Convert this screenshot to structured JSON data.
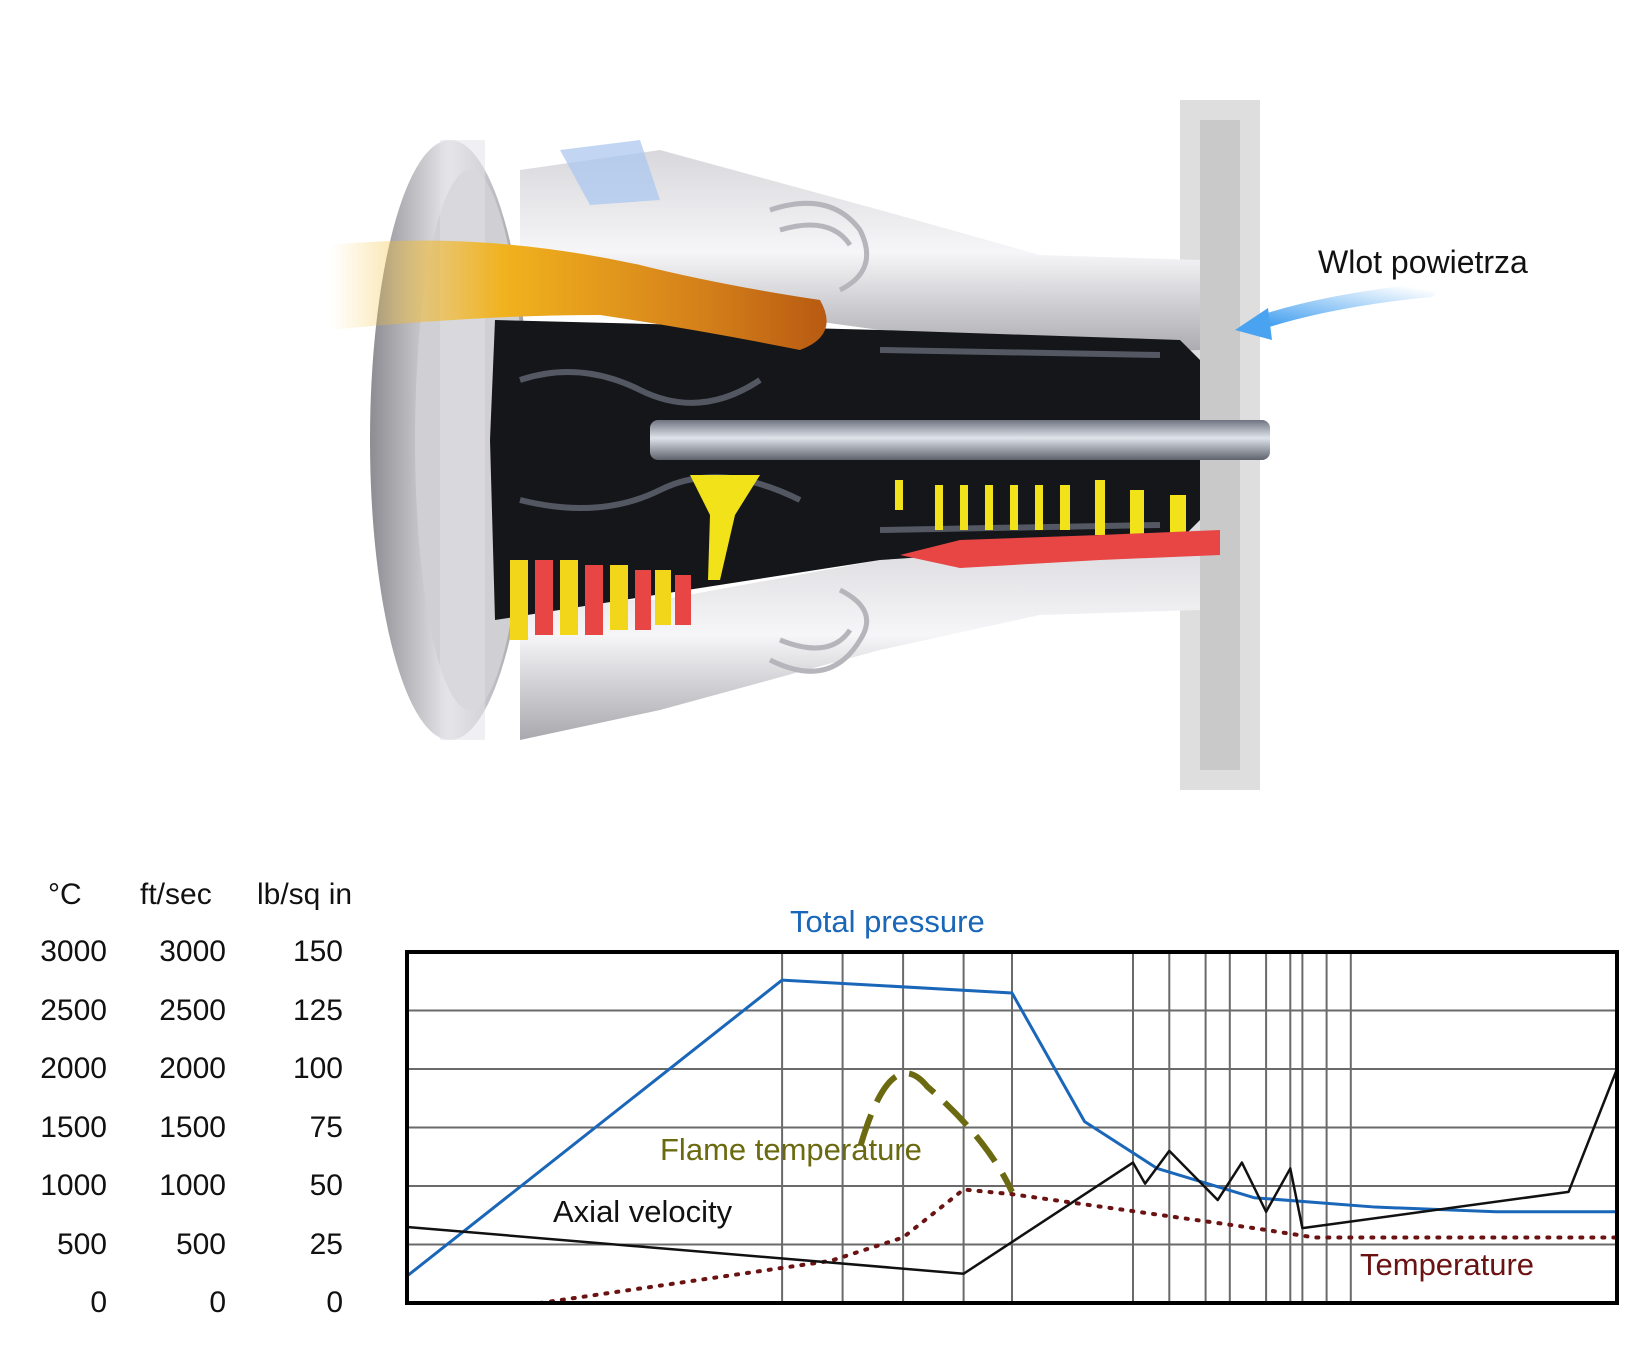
{
  "engine": {
    "intake_label": "Wlot powietrza"
  },
  "axes": {
    "headers": [
      "°C",
      "ft/sec",
      "lb/sq in"
    ],
    "ticks_celsius": [
      "3000",
      "2500",
      "2000",
      "1500",
      "1000",
      "500",
      "0"
    ],
    "ticks_ftsec": [
      "3000",
      "2500",
      "2000",
      "1500",
      "1000",
      "500",
      "0"
    ],
    "ticks_psi": [
      "150",
      "125",
      "100",
      "75",
      "50",
      "25",
      "0"
    ]
  },
  "colors": {
    "total_pressure": "#1a66b8",
    "flame_temperature": "#6b6a10",
    "temperature": "#6b1212",
    "axial_velocity": "#111111",
    "intake_arrow": "#4aa3f0",
    "hot_gas": "#e84545",
    "intake_flow": "#f2b21c"
  },
  "chart_data": {
    "type": "line",
    "axis_note": "x runs along engine axis (0 = left edge of plot, 1 = right edge); y in °C / ft/sec / lb/sq in",
    "x_range": [
      0,
      1
    ],
    "ylim": [
      0,
      3000
    ],
    "grid_y": [
      0,
      500,
      1000,
      1500,
      2000,
      2500,
      3000
    ],
    "grid_x": [
      0.31,
      0.36,
      0.41,
      0.46,
      0.5,
      0.6,
      0.63,
      0.66,
      0.68,
      0.71,
      0.73,
      0.74,
      0.76,
      0.78
    ],
    "series": [
      {
        "name": "Total pressure",
        "style": "solid",
        "points": [
          [
            0,
            230
          ],
          [
            0.31,
            2760
          ],
          [
            0.5,
            2650
          ],
          [
            0.56,
            1550
          ],
          [
            0.62,
            1150
          ],
          [
            0.7,
            900
          ],
          [
            0.8,
            820
          ],
          [
            0.9,
            780
          ],
          [
            1,
            780
          ]
        ]
      },
      {
        "name": "Flame temperature",
        "style": "dashed",
        "points": [
          [
            0.375,
            1350
          ],
          [
            0.4,
            1970
          ],
          [
            0.43,
            1850
          ],
          [
            0.48,
            1400
          ],
          [
            0.5,
            950
          ]
        ]
      },
      {
        "name": "Temperature",
        "style": "dotted",
        "points": [
          [
            0.11,
            0
          ],
          [
            0.35,
            360
          ],
          [
            0.41,
            560
          ],
          [
            0.46,
            970
          ],
          [
            0.5,
            930
          ],
          [
            0.7,
            640
          ],
          [
            0.75,
            560
          ],
          [
            1,
            560
          ]
        ]
      },
      {
        "name": "Axial velocity",
        "style": "solid",
        "points": [
          [
            0,
            650
          ],
          [
            0.46,
            250
          ],
          [
            0.6,
            1200
          ],
          [
            0.61,
            1020
          ],
          [
            0.63,
            1300
          ],
          [
            0.67,
            880
          ],
          [
            0.69,
            1200
          ],
          [
            0.71,
            780
          ],
          [
            0.73,
            1150
          ],
          [
            0.74,
            640
          ],
          [
            0.96,
            950
          ],
          [
            1,
            2000
          ]
        ]
      }
    ]
  }
}
